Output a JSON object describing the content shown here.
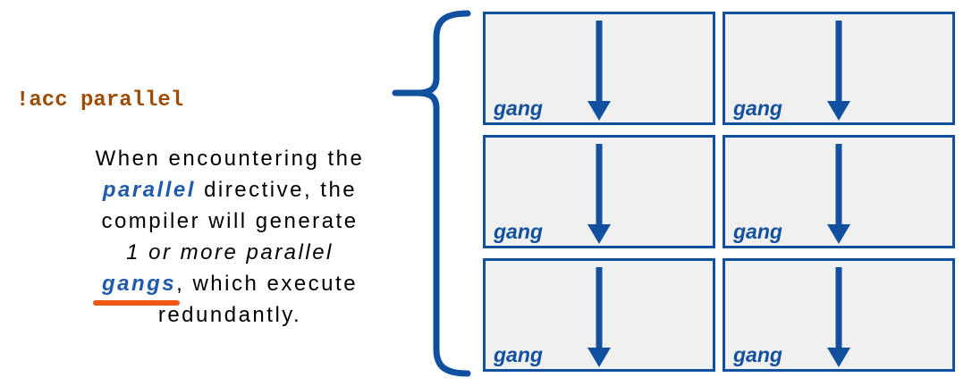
{
  "colors": {
    "accent_blue": "#11509E",
    "text_blue": "#1F5AAD",
    "code_orange": "#9E4D08",
    "underline_orange": "#EF5716",
    "box_fill": "#F0F0F1",
    "page_bg": "#FFFFFF",
    "text_black": "#000000"
  },
  "code_label": "!acc parallel",
  "description": {
    "line1": "When encountering the",
    "line2_keyword": "parallel",
    "line2_rest": " directive, the",
    "line3": "compiler will generate",
    "line4": "1 or more parallel",
    "line5_keyword": "gangs",
    "line5_rest": ", which execute",
    "line6": "redundantly."
  },
  "diagram": {
    "boxes": [
      {
        "label": "gang"
      },
      {
        "label": "gang"
      },
      {
        "label": "gang"
      },
      {
        "label": "gang"
      },
      {
        "label": "gang"
      },
      {
        "label": "gang"
      }
    ]
  }
}
